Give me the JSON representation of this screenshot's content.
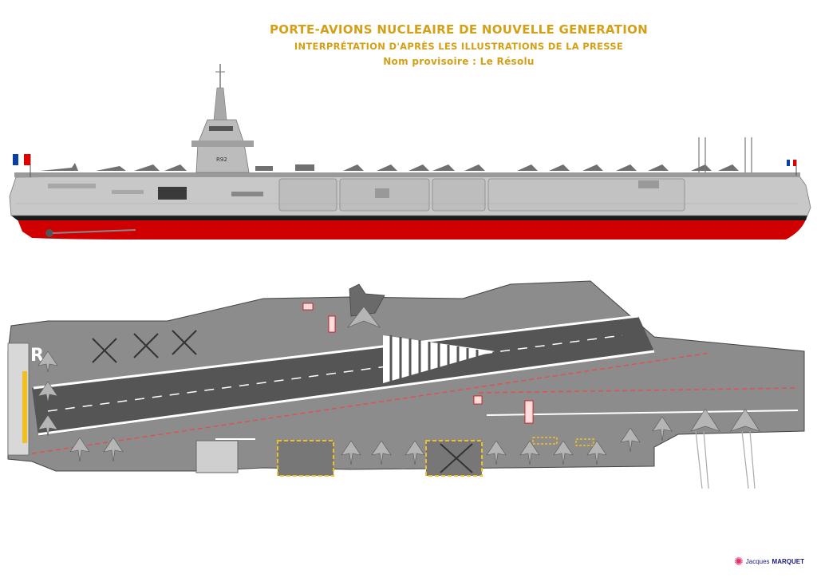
{
  "header": {
    "title": "PORTE-AVIONS NUCLEAIRE DE NOUVELLE GENERATION",
    "subtitle": "INTERPRÉTATION D'APRÈS LES ILLUSTRATIONS DE LA PRESSE",
    "name_line": "Nom provisoire : Le Résolu"
  },
  "ship": {
    "hull_number": "R92",
    "deck_letter": "R"
  },
  "credit": {
    "first": "Jacques",
    "last": "MARQUET"
  },
  "colors": {
    "title": "#d4a017",
    "hull_grey": "#c8c8c8",
    "waterline_red": "#d10000",
    "deck_grey": "#8c8c8c",
    "runway_dark": "#555555",
    "marking_yellow": "#f0c020"
  }
}
